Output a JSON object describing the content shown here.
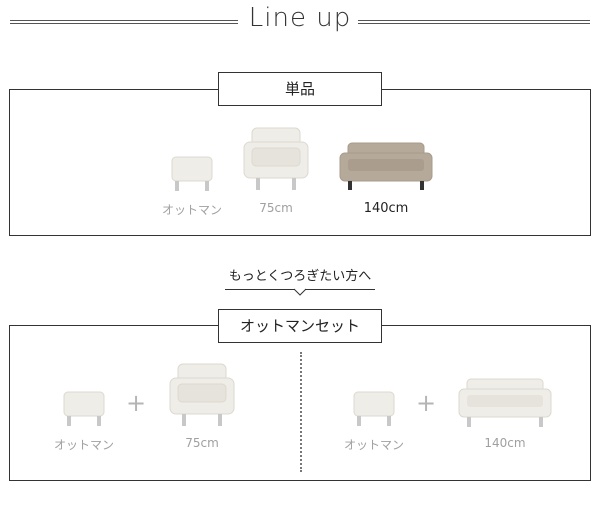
{
  "header": {
    "title": "Line up"
  },
  "single_section": {
    "tag": "単品",
    "items": [
      {
        "label": "オットマン",
        "icon": "ottoman-icon"
      },
      {
        "label": "75cm",
        "icon": "armchair-icon"
      },
      {
        "label": "140cm",
        "icon": "sofa-icon"
      }
    ]
  },
  "callout": {
    "text": "もっとくつろぎたい方へ"
  },
  "set_section": {
    "tag": "オットマンセット",
    "plus_symbol": "+",
    "sets": [
      {
        "ottoman_label": "オットマン",
        "sofa_label": "75cm"
      },
      {
        "ottoman_label": "オットマン",
        "sofa_label": "140cm"
      }
    ]
  },
  "colors": {
    "cream": "#efede7",
    "beige": "#b5a99a",
    "text_light": "#a0a0a0",
    "line": "#333333"
  }
}
